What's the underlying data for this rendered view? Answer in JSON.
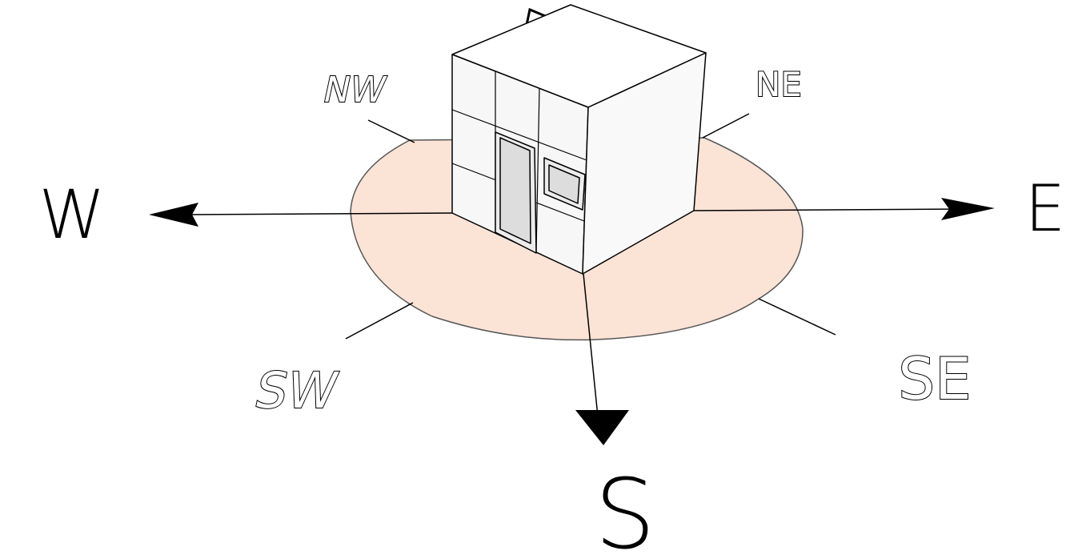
{
  "compass": {
    "cardinal": {
      "west": "W",
      "east": "E",
      "south": "S"
    },
    "intercardinal": {
      "northwest": "NW",
      "northeast": "NE",
      "southwest": "SW",
      "southeast": "SE"
    }
  },
  "colors": {
    "disc_fill": "#fbe3d6",
    "building_fill": "#f7f7f7",
    "door_fill": "#dddddd",
    "line": "#000000"
  }
}
